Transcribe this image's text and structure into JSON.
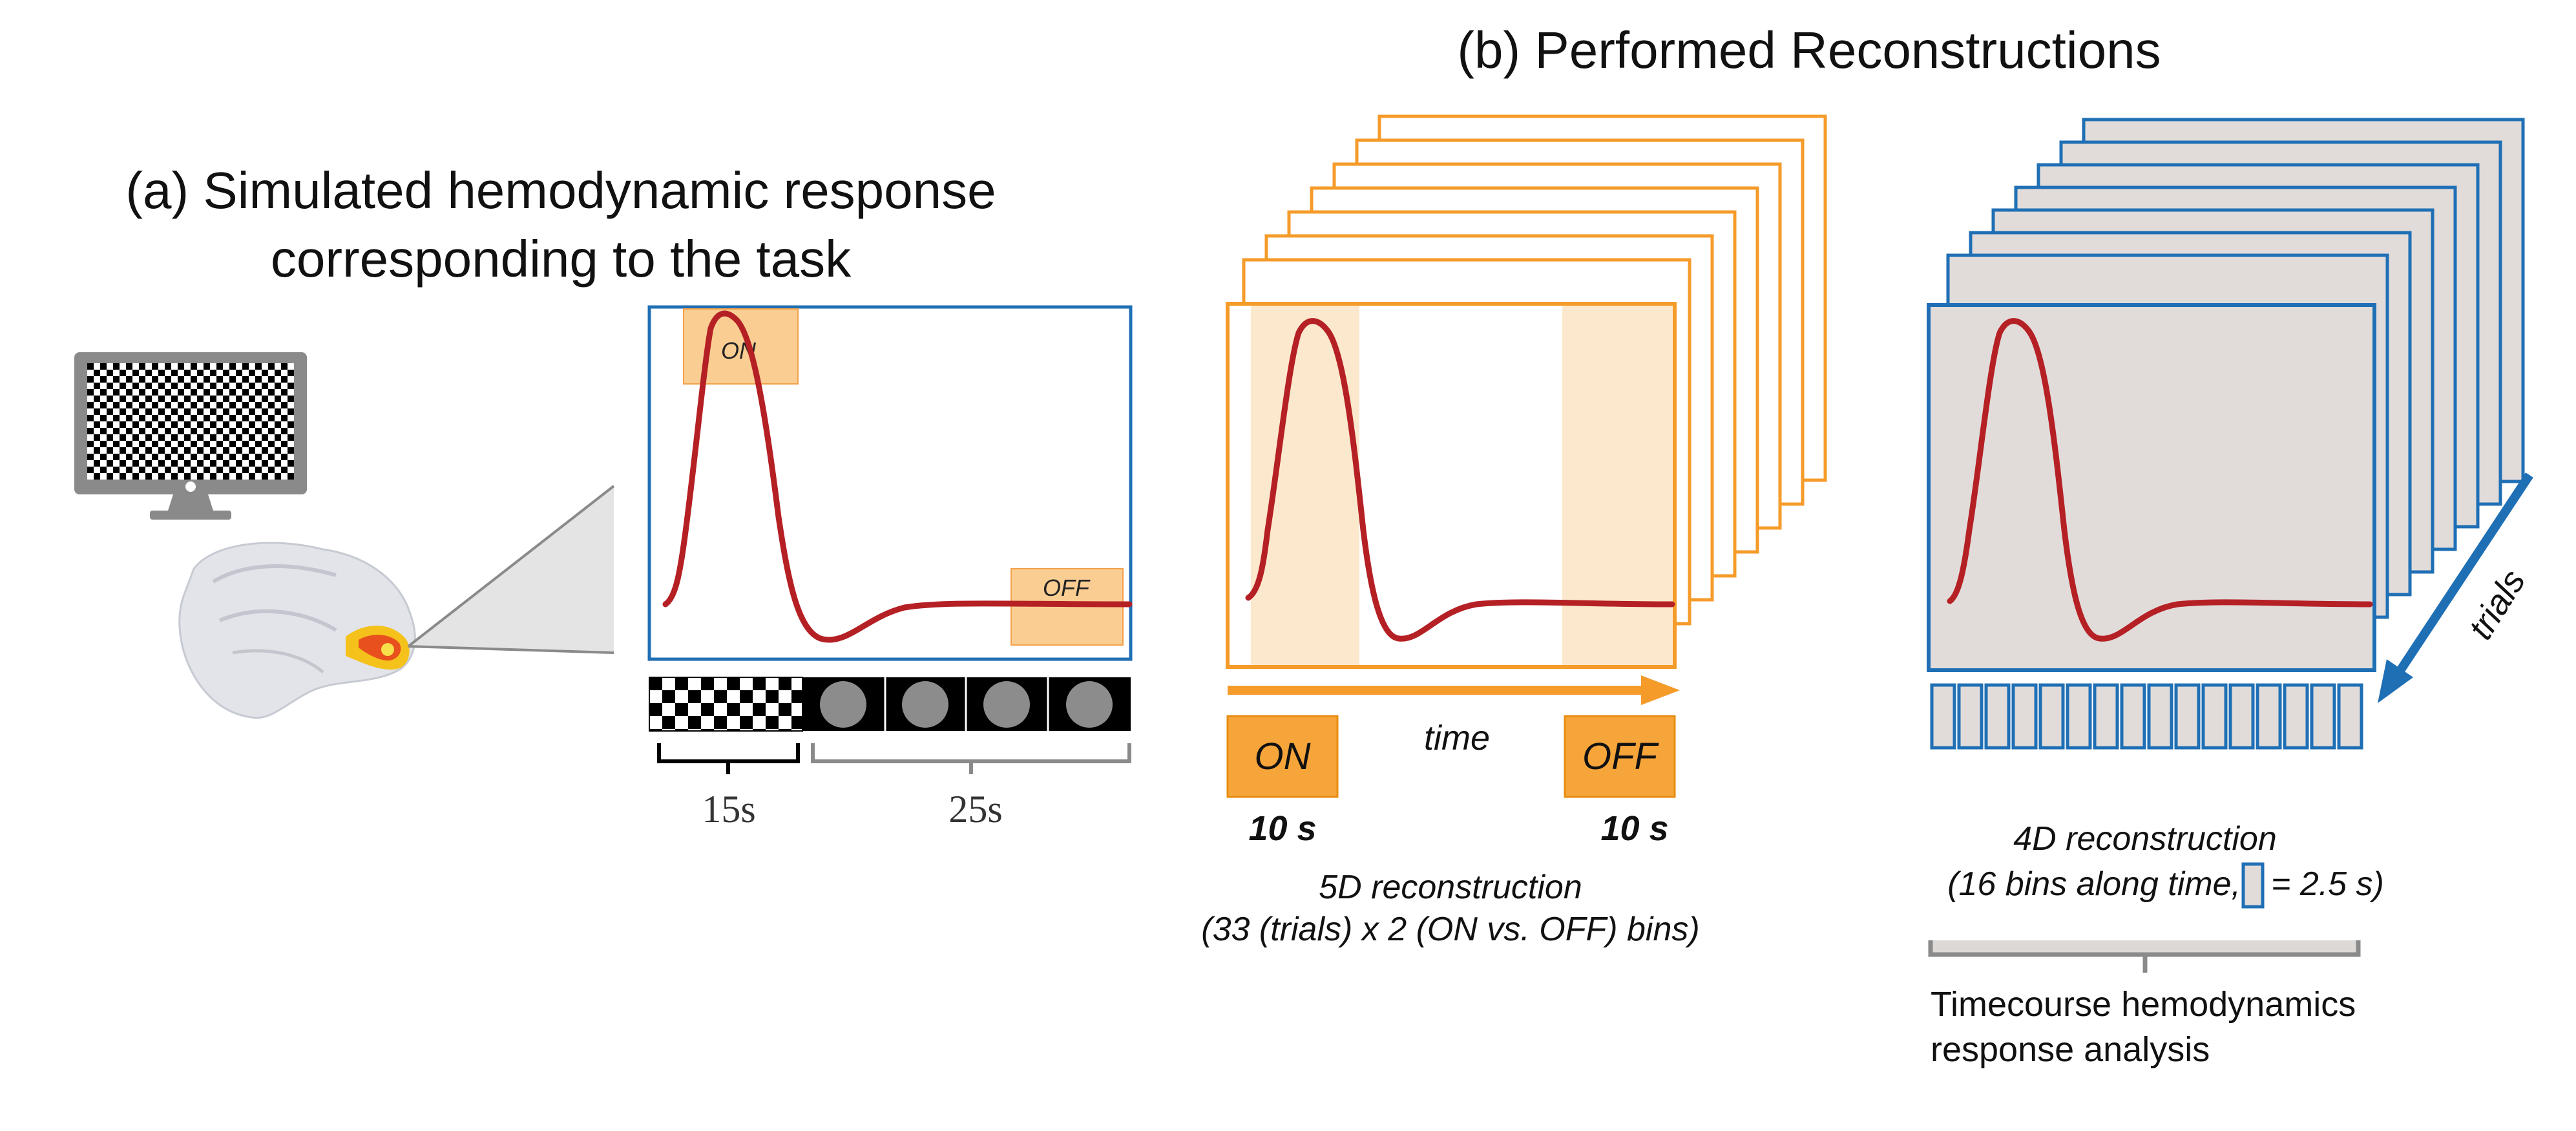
{
  "panel_a": {
    "title_line1": "(a) Simulated hemodynamic response",
    "title_line2": "corresponding to the task",
    "on_label": "ON",
    "off_label": "OFF",
    "stim_duration": "15s",
    "rest_duration": "25s"
  },
  "panel_b": {
    "title": "(b) Performed Reconstructions",
    "five_d": {
      "on_label": "ON",
      "off_label": "OFF",
      "time_label": "time",
      "on_duration": "10 s",
      "off_duration": "10 s",
      "caption_line1": "5D reconstruction",
      "caption_line2": "(33 (trials) x 2 (ON vs. OFF) bins)"
    },
    "four_d": {
      "trials_label": "trials",
      "caption_line1": "4D reconstruction",
      "caption_line2_prefix": "(16 bins along time,",
      "caption_line2_suffix": "= 2.5 s)",
      "analysis_line1": "Timecourse hemodynamics",
      "analysis_line2": "response analysis",
      "bin_count": 16
    }
  },
  "colors": {
    "curve": "#b52025",
    "blue": "#1f6fb5",
    "orange": "#f59b2a",
    "orange_fill": "#f6a53a",
    "soft_orange": "#fce4c4",
    "gray_frame": "#e1dcda"
  }
}
